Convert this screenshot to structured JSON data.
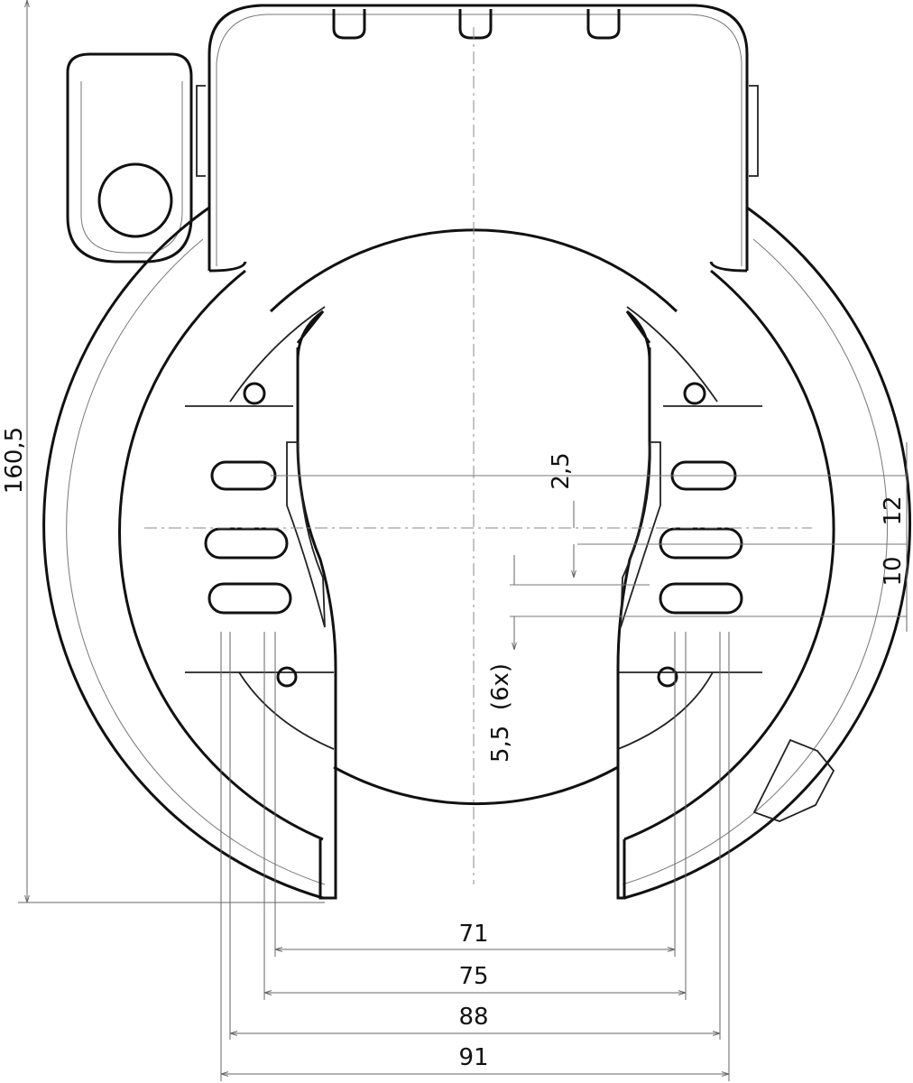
{
  "drawing": {
    "overall_height": "160,5",
    "slot_width": "2,5",
    "slot_pitch_upper": "12",
    "slot_pitch_lower": "10",
    "slot_length": "5,5  (6x)",
    "width_71": "71",
    "width_75": "75",
    "width_88": "88",
    "width_91": "91"
  }
}
